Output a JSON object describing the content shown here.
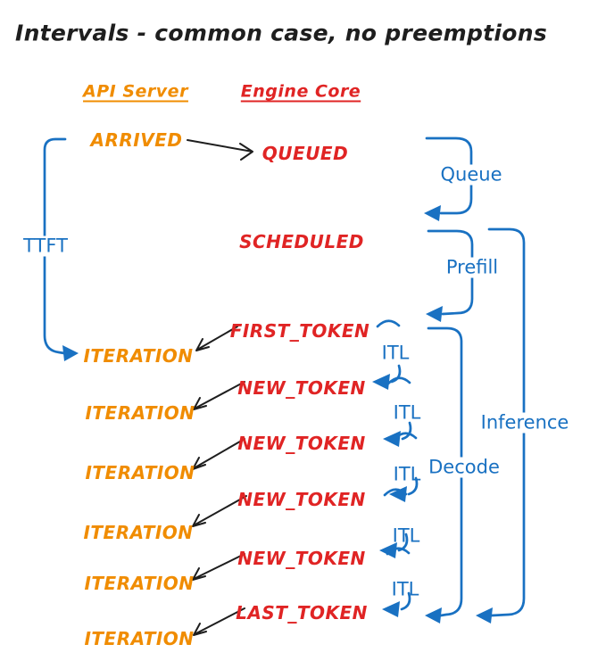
{
  "title": "Intervals - common case, no preemptions",
  "columns": {
    "api_server": "API Server",
    "engine_core": "Engine Core"
  },
  "events": {
    "arrived": "ARRIVED",
    "queued": "QUEUED",
    "scheduled": "SCHEDULED",
    "first_token": "FIRST_TOKEN",
    "new_token": "NEW_TOKEN",
    "last_token": "LAST_TOKEN",
    "iteration": "ITERATION"
  },
  "intervals": {
    "ttft": "TTFT",
    "queue": "Queue",
    "prefill": "Prefill",
    "itl": "ITL",
    "decode": "Decode",
    "inference": "Inference"
  },
  "colors": {
    "api_server": "#f08c00",
    "engine_core": "#e02424",
    "intervals": "#1971c2",
    "arrows": "#1e1e1e",
    "background": "#ffffff"
  }
}
